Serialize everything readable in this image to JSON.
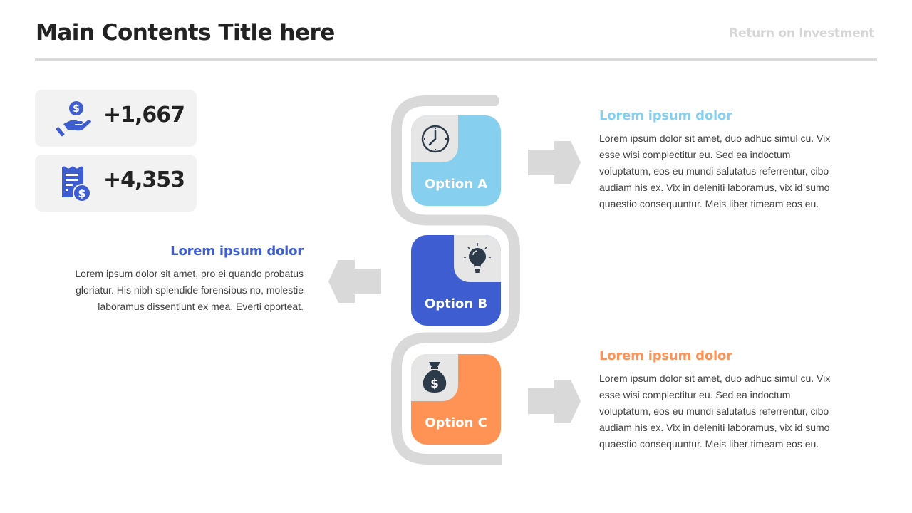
{
  "header": {
    "title": "Main Contents Title here",
    "subtitle": "Return on Investment"
  },
  "stats": [
    {
      "icon": "hand-dollar-icon",
      "value": "+1,667"
    },
    {
      "icon": "receipt-dollar-icon",
      "value": "+4,353"
    }
  ],
  "options": [
    {
      "label": "Option A",
      "icon": "clock-icon",
      "color": "#86cfee"
    },
    {
      "label": "Option B",
      "icon": "lightbulb-icon",
      "color": "#3d5dd0"
    },
    {
      "label": "Option C",
      "icon": "money-bag-icon",
      "color": "#ff9356"
    }
  ],
  "descriptions": [
    {
      "heading": "Lorem ipsum dolor",
      "color": "#86cfee",
      "lines": [
        "Lorem ipsum dolor sit amet, duo adhuc simul cu. Vix",
        "esse wisi complectitur eu. Sed ea indoctum",
        "voluptatum, eos eu mundi salutatus referrentur, cibo",
        "audiam his ex. Vix in deleniti laboramus, vix id sumo",
        "quaestio consequuntur. Meis liber timeam eos eu."
      ]
    },
    {
      "heading": "Lorem ipsum dolor",
      "color": "#3d5dd0",
      "lines": [
        "Lorem ipsum dolor sit amet, pro ei quando probatus",
        "gloriatur. His nibh splendide forensibus no, molestie",
        "laboramus dissentiunt ex mea. Everti oporteat."
      ]
    },
    {
      "heading": "Lorem ipsum dolor",
      "color": "#ff9356",
      "lines": [
        "Lorem ipsum dolor sit amet, duo adhuc simul cu. Vix",
        "esse wisi complectitur eu. Sed ea indoctum",
        "voluptatum, eos eu mundi salutatus referrentur, cibo",
        "audiam his ex. Vix in deleniti laboramus, vix id sumo",
        "quaestio consequuntur. Meis liber timeam eos eu."
      ]
    }
  ],
  "colors": {
    "path_gray": "#d9d9d9",
    "arrow_gray": "#d9d9d9",
    "icon_blue": "#3d5dd0",
    "icon_dark": "#2d3a4a"
  }
}
